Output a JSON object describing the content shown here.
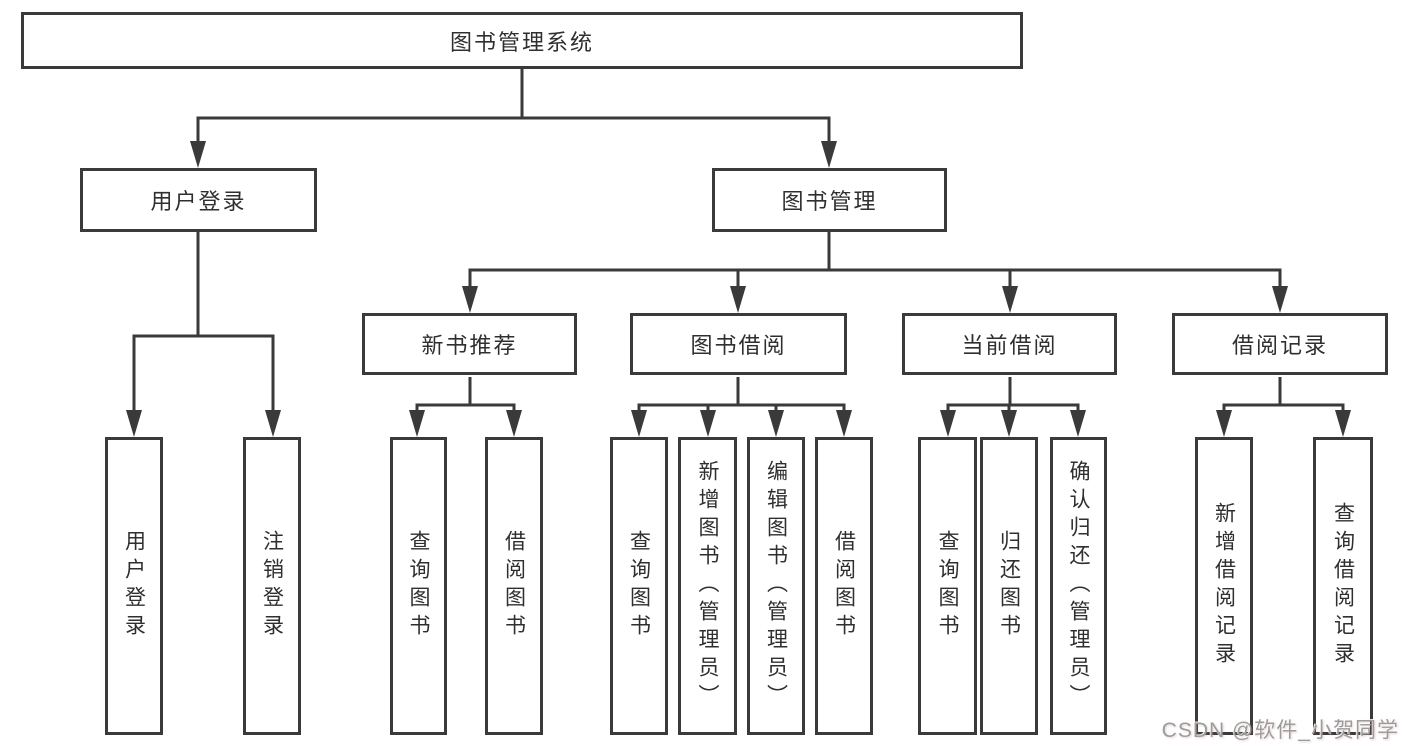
{
  "root": {
    "label": "图书管理系统"
  },
  "level2": [
    {
      "label": "用户登录",
      "children": [
        "用户登录",
        "注销登录"
      ]
    },
    {
      "label": "图书管理"
    }
  ],
  "level3": [
    {
      "label": "新书推荐",
      "children": [
        "查询图书",
        "借阅图书"
      ]
    },
    {
      "label": "图书借阅",
      "children": [
        "查询图书",
        "新增图书（管理员）",
        "编辑图书（管理员）",
        "借阅图书"
      ]
    },
    {
      "label": "当前借阅",
      "children": [
        "查询图书",
        "归还图书",
        "确认归还（管理员）"
      ]
    },
    {
      "label": "借阅记录",
      "children": [
        "新增借阅记录",
        "查询借阅记录"
      ]
    }
  ],
  "watermark": "CSDN @软件_小贺同学",
  "colors": {
    "line": "#3a3a3a",
    "text": "#2f2f2f",
    "watermark": "#9c9c9c",
    "background": "#ffffff"
  }
}
